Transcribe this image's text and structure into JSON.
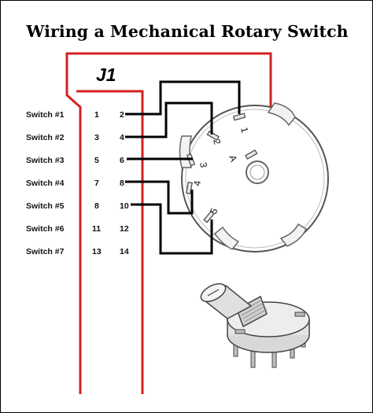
{
  "title": "Wiring a Mechanical Rotary Switch",
  "connector": {
    "label": "J1"
  },
  "switches": [
    {
      "label": "Switch #1",
      "pin_a": "1",
      "pin_b": "2"
    },
    {
      "label": "Switch #2",
      "pin_a": "3",
      "pin_b": "4"
    },
    {
      "label": "Switch #3",
      "pin_a": "5",
      "pin_b": "6"
    },
    {
      "label": "Switch #4",
      "pin_a": "7",
      "pin_b": "8"
    },
    {
      "label": "Switch #5",
      "pin_a": "8",
      "pin_b": "10"
    },
    {
      "label": "Switch #6",
      "pin_a": "11",
      "pin_b": "12"
    },
    {
      "label": "Switch #7",
      "pin_a": "13",
      "pin_b": "14"
    }
  ],
  "rotary": {
    "common_label": "A",
    "position_labels": [
      "1",
      "2",
      "3",
      "4",
      "5"
    ]
  },
  "colors": {
    "common_wire": "#d42020",
    "signal_wire": "#000000",
    "body_outline": "#555555"
  }
}
